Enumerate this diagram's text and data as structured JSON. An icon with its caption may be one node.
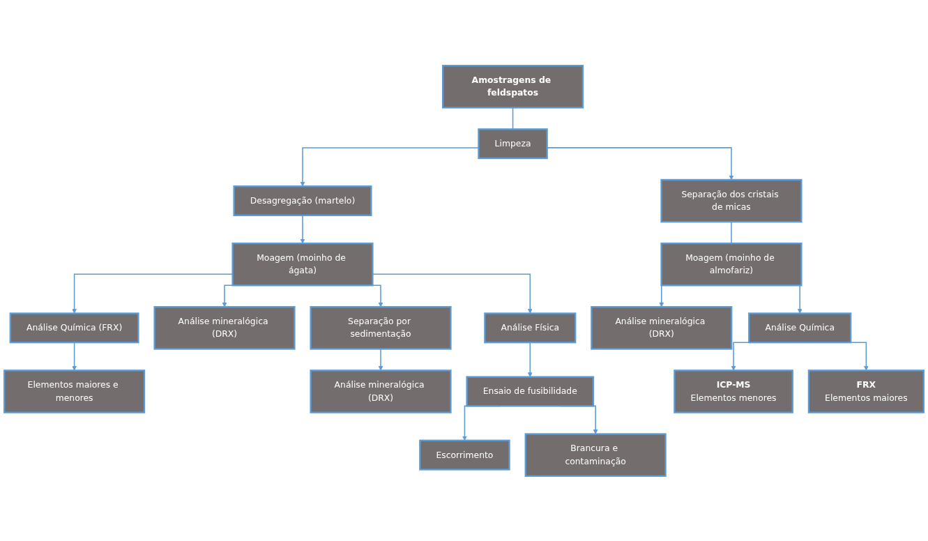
{
  "diagram": {
    "nodes": [
      {
        "text": [
          "Amostragens de feldspatos"
        ]
      },
      {
        "text": [
          "Limpeza"
        ]
      },
      {
        "text": [
          "Desagregação (martelo)"
        ]
      },
      {
        "text": [
          "Separação dos cristais de micas"
        ]
      },
      {
        "text": [
          "Moagem (moinho de ágata)"
        ]
      },
      {
        "text": [
          "Moagem (moinho de almofariz)"
        ]
      },
      {
        "text": [
          "Análise Química (FRX)"
        ]
      },
      {
        "text": [
          "Análise mineralógica (DRX)"
        ]
      },
      {
        "text": [
          "Separação por sedimentação"
        ]
      },
      {
        "text": [
          "Análise Física"
        ]
      },
      {
        "text": [
          "Análise mineralógica (DRX)"
        ]
      },
      {
        "text": [
          "Análise Química"
        ]
      },
      {
        "text": [
          "Elementos maiores e menores"
        ]
      },
      {
        "text": [
          "Análise mineralógica (DRX)"
        ]
      },
      {
        "text": [
          "Ensaio de fusibilidade"
        ]
      },
      {
        "text": [
          "ICP-MS",
          "Elementos menores"
        ]
      },
      {
        "text": [
          "FRX",
          "Elementos maiores"
        ]
      },
      {
        "text": [
          "Escorrimento"
        ]
      },
      {
        "text": [
          "Brancura e contaminação"
        ]
      }
    ],
    "edges": [
      {
        "from": 0,
        "to": 1,
        "arrow": "none"
      },
      {
        "from": 1,
        "to": 2,
        "arrow": "to"
      },
      {
        "from": 1,
        "to": 3,
        "arrow": "to"
      },
      {
        "from": 2,
        "to": 4,
        "arrow": "to"
      },
      {
        "from": 3,
        "to": 5,
        "arrow": "none"
      },
      {
        "from": 4,
        "to": 6,
        "arrow": "to"
      },
      {
        "from": 4,
        "to": 7,
        "arrow": "to"
      },
      {
        "from": 4,
        "to": 8,
        "arrow": "to"
      },
      {
        "from": 4,
        "to": 9,
        "arrow": "to"
      },
      {
        "from": 5,
        "to": 10,
        "arrow": "to"
      },
      {
        "from": 5,
        "to": 11,
        "arrow": "to"
      },
      {
        "from": 6,
        "to": 12,
        "arrow": "to"
      },
      {
        "from": 8,
        "to": 13,
        "arrow": "to"
      },
      {
        "from": 9,
        "to": 14,
        "arrow": "to"
      },
      {
        "from": 11,
        "to": 15,
        "arrow": "to"
      },
      {
        "from": 11,
        "to": 16,
        "arrow": "to"
      },
      {
        "from": 14,
        "to": 17,
        "arrow": "to"
      },
      {
        "from": 14,
        "to": 18,
        "arrow": "to"
      }
    ]
  }
}
